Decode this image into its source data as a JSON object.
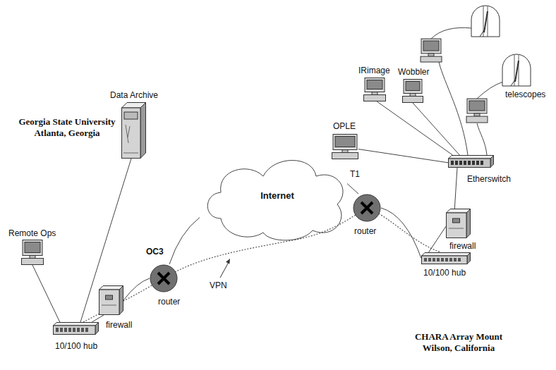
{
  "diagram": {
    "nodes": [
      {
        "text": [
          "Data Archive"
        ]
      },
      {
        "text": [
          "Remote Ops"
        ]
      },
      {
        "text": [
          "10/100 hub"
        ]
      },
      {
        "text": [
          "firewall"
        ]
      },
      {
        "text": [
          "router"
        ]
      },
      {
        "text": [
          "Internet"
        ]
      },
      {
        "text": [
          "router"
        ]
      },
      {
        "text": [
          "firewall"
        ]
      },
      {
        "text": [
          "10/100 hub"
        ]
      },
      {
        "text": [
          "Etherswitch"
        ]
      },
      {
        "text": [
          "OPLE"
        ]
      },
      {
        "text": [
          "IRimage"
        ]
      },
      {
        "text": [
          "Wobbler"
        ]
      }
    ],
    "edges": [
      {
        "from": 0,
        "to": 2,
        "arrow": "none"
      },
      {
        "from": 1,
        "to": 2,
        "arrow": "none"
      },
      {
        "from": 2,
        "to": 3,
        "arrow": "none"
      },
      {
        "from": 3,
        "to": 4,
        "arrow": "none"
      },
      {
        "from": 4,
        "to": 5,
        "label": "OC3",
        "arrow": "none"
      },
      {
        "from": 5,
        "to": 6,
        "label": "T1",
        "arrow": "none"
      },
      {
        "from": 6,
        "to": 8,
        "arrow": "none"
      },
      {
        "from": 8,
        "to": 7,
        "arrow": "none"
      },
      {
        "from": 7,
        "to": 9,
        "arrow": "none"
      },
      {
        "from": 9,
        "to": 10,
        "arrow": "none"
      },
      {
        "from": 9,
        "to": 11,
        "arrow": "none"
      },
      {
        "from": 9,
        "to": 12,
        "arrow": "none"
      }
    ],
    "labels": [
      "Georgia State University Atlanta, Georgia",
      "VPN",
      "telescopes",
      "CHARA Array Mount Wilson, California"
    ]
  }
}
